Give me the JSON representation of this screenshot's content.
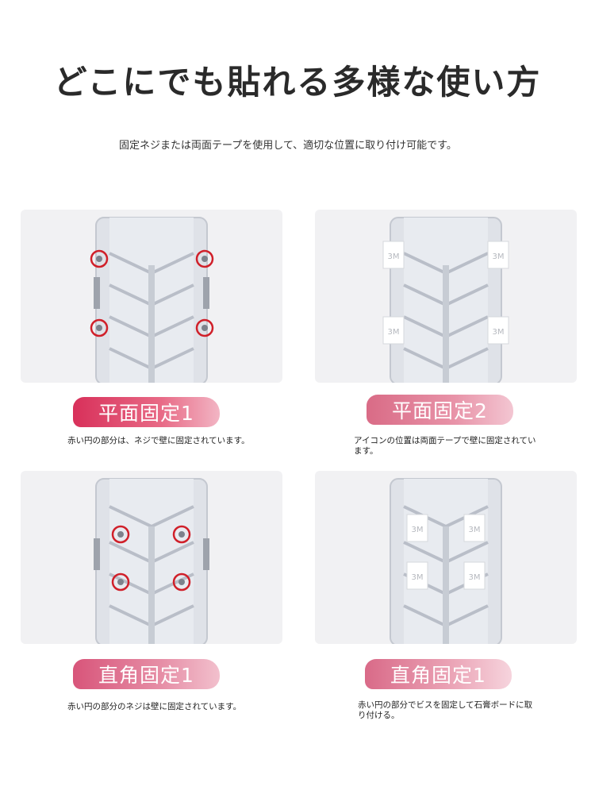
{
  "title": "どこにでも貼れる多様な使い方",
  "subtitle": "固定ネジまたは両面テープを使用して、適切な位置に取り付け可能です。",
  "panels": [
    {
      "label": "平面固定1",
      "caption": "赤い円の部分は、ネジで壁に固定されています。",
      "marker": "red-circle"
    },
    {
      "label": "平面固定2",
      "caption": "アイコンの位置は両面テープで壁に固定されています。",
      "marker": "3m-tape",
      "tape_text": "3M"
    },
    {
      "label": "直角固定1",
      "caption": "赤い円の部分のネジは壁に固定されています。",
      "marker": "red-circle"
    },
    {
      "label": "直角固定1",
      "caption": "赤い円の部分でビスを固定して石膏ボードに取り付ける。",
      "marker": "3m-tape",
      "tape_text": "3M"
    }
  ],
  "colors": {
    "marker_red": "#d0202a",
    "brush_pink": "#e47a94"
  }
}
